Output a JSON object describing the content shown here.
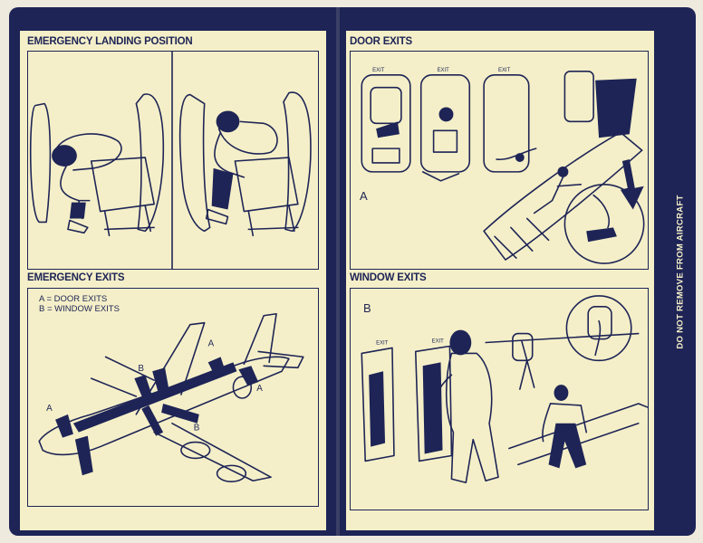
{
  "card": {
    "colors": {
      "navy": "#1e2456",
      "cream": "#f4efc8",
      "background": "#eeeade"
    },
    "side_text": "DO NOT REMOVE FROM AIRCRAFT"
  },
  "sections": {
    "landing": {
      "title": "EMERGENCY LANDING POSITION"
    },
    "emergency_exits": {
      "title": "EMERGENCY EXITS",
      "legend": [
        "A = DOOR EXITS",
        "B = WINDOW EXITS"
      ],
      "labels": {
        "a1": "A",
        "a2": "A",
        "a3": "A",
        "b1": "B",
        "b2": "B"
      }
    },
    "door_exits": {
      "title": "DOOR EXITS",
      "letter": "A",
      "exit_signs": [
        "EXIT",
        "EXIT",
        "EXIT"
      ]
    },
    "window_exits": {
      "title": "WINDOW EXITS",
      "letter": "B",
      "exit_signs": [
        "EXIT",
        "EXIT"
      ]
    }
  }
}
